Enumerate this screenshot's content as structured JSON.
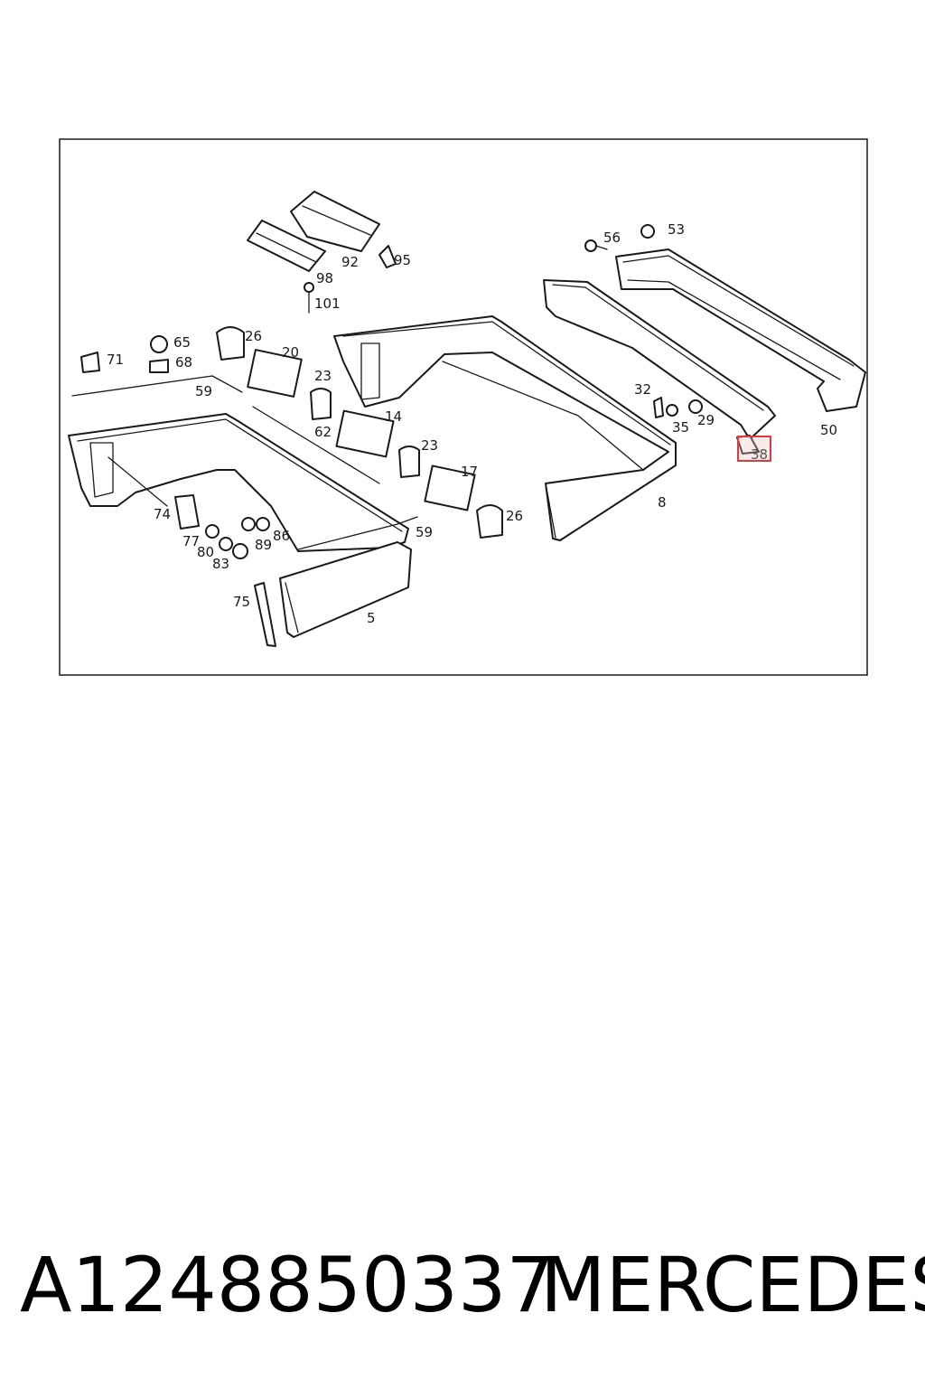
{
  "diagram": {
    "highlight_color": "#e03a3a",
    "highlighted_label": "38",
    "labels": [
      "53",
      "56",
      "92",
      "95",
      "98",
      "101",
      "26",
      "20",
      "65",
      "68",
      "71",
      "59",
      "23",
      "62",
      "14",
      "23",
      "17",
      "26",
      "32",
      "35",
      "29",
      "50",
      "38",
      "8",
      "74",
      "77",
      "80",
      "83",
      "89",
      "86",
      "59",
      "75",
      "5"
    ]
  },
  "caption": {
    "part_number": "A1248850337",
    "brand": "MERCEDES"
  }
}
